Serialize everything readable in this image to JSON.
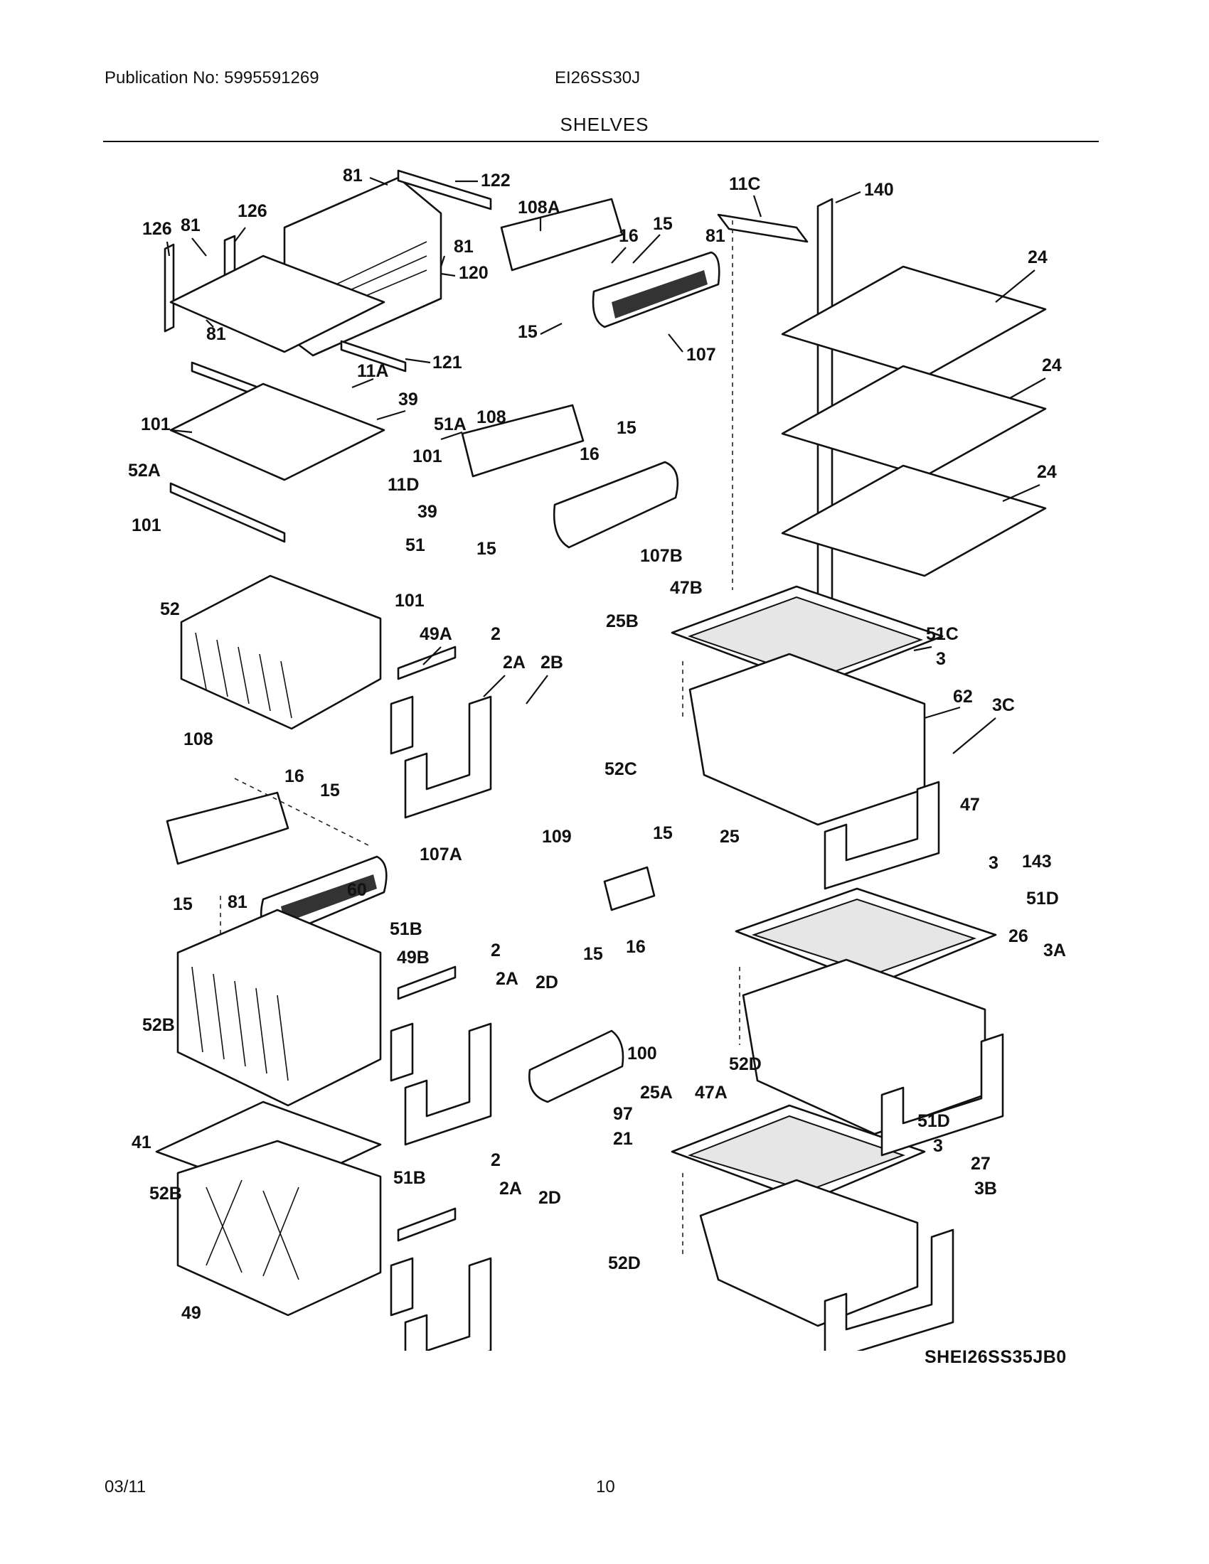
{
  "header": {
    "publication": "Publication No: 5995591269",
    "model": "EI26SS30J",
    "title": "SHELVES"
  },
  "diagram": {
    "reference_code": "SHEI26SS35JB0",
    "callouts": [
      "81",
      "122",
      "126",
      "81",
      "126",
      "81",
      "120",
      "121",
      "81",
      "108A",
      "16",
      "15",
      "15",
      "107",
      "11C",
      "140",
      "81",
      "24",
      "24",
      "24",
      "11A",
      "39",
      "101",
      "51A",
      "108",
      "15",
      "16",
      "101",
      "52A",
      "11D",
      "39",
      "101",
      "15",
      "107B",
      "51",
      "52",
      "101",
      "47B",
      "25B",
      "51C",
      "3",
      "62",
      "49A",
      "2",
      "2A",
      "2B",
      "3C",
      "52C",
      "108",
      "16",
      "15",
      "107A",
      "15",
      "109",
      "15",
      "47",
      "25",
      "3",
      "143",
      "51D",
      "81",
      "60",
      "16",
      "15",
      "26",
      "3A",
      "51B",
      "49B",
      "2",
      "2A",
      "2D",
      "100",
      "52D",
      "97",
      "21",
      "25A",
      "47A",
      "51D",
      "3",
      "27",
      "3B",
      "41",
      "52B",
      "52B",
      "2",
      "51B",
      "2A",
      "2D",
      "52D",
      "49"
    ]
  },
  "footer": {
    "date": "03/11",
    "page": "10"
  }
}
